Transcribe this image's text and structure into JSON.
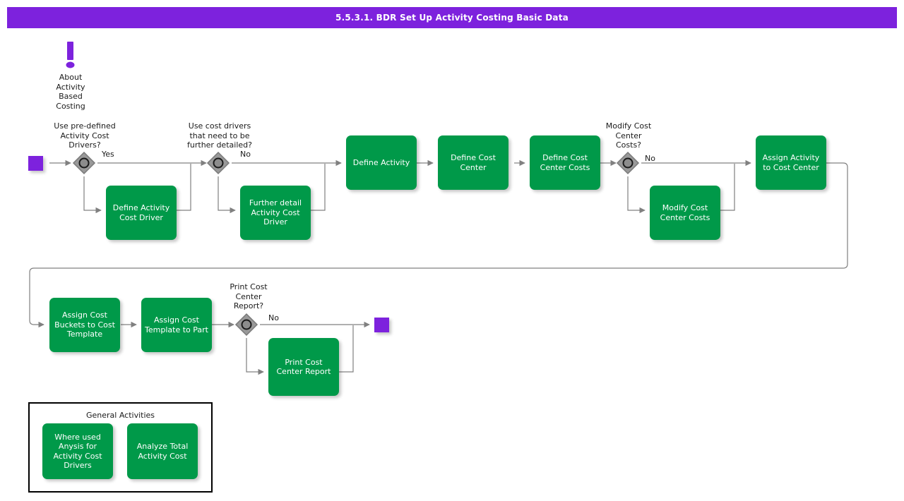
{
  "title_bar": {
    "title": "5.5.3.1. BDR Set Up Activity Costing Basic Data"
  },
  "colors": {
    "title_bar_purple": "#7d22dd",
    "process_green": "#009949",
    "terminator_purple": "#7d22dd",
    "gateway_gray": "#999999",
    "gateway_border": "#7a7a7a",
    "connector_gray": "#808080",
    "text_dark": "#1a1a1a",
    "text_light": "#ffffff",
    "legend_border": "#000000"
  },
  "note": {
    "icon": "exclamation-icon",
    "label": "About\nActivity\nBased\nCosting"
  },
  "gateways": [
    {
      "id": "use-predefined-activity-cost-drivers",
      "question": "Use pre-defined\nActivity Cost\nDrivers?",
      "branch_label": "Yes"
    },
    {
      "id": "use-cost-drivers-further-detailed",
      "question": "Use cost drivers\nthat need to be\nfurther detailed?",
      "branch_label": "No"
    },
    {
      "id": "modify-cost-center-costs",
      "question": "Modify Cost\nCenter\nCosts?",
      "branch_label": "No"
    },
    {
      "id": "print-cost-center-report",
      "question": "Print Cost\nCenter\nReport?",
      "branch_label": "No"
    }
  ],
  "processes": [
    {
      "id": "define-activity-cost-driver",
      "label": "Define Activity\nCost Driver"
    },
    {
      "id": "further-detail-activity-cost-driver",
      "label": "Further detail\nActivity Cost\nDriver"
    },
    {
      "id": "define-activity",
      "label": "Define Activity"
    },
    {
      "id": "define-cost-center",
      "label": "Define Cost\nCenter"
    },
    {
      "id": "define-cost-center-costs",
      "label": "Define Cost\nCenter Costs"
    },
    {
      "id": "modify-cost-center-costs",
      "label": "Modify Cost\nCenter Costs"
    },
    {
      "id": "assign-activity-to-cost-center",
      "label": "Assign Activity\nto Cost Center"
    },
    {
      "id": "assign-cost-buckets-to-cost-template",
      "label": "Assign Cost\nBuckets to Cost\nTemplate"
    },
    {
      "id": "assign-cost-template-to-part",
      "label": "Assign Cost\nTemplate to Part"
    },
    {
      "id": "print-cost-center-report",
      "label": "Print Cost\nCenter Report"
    }
  ],
  "terminators": [
    {
      "id": "start",
      "type": "start-event"
    },
    {
      "id": "end",
      "type": "end-event"
    }
  ],
  "legend": {
    "title": "General Activities",
    "items": [
      {
        "id": "where-used-analysis-activity-cost-drivers",
        "label": "Where used\nAnysis for\nActivity Cost\nDrivers"
      },
      {
        "id": "analyze-total-activity-cost",
        "label": "Analyze Total\nActivity Cost"
      }
    ]
  }
}
